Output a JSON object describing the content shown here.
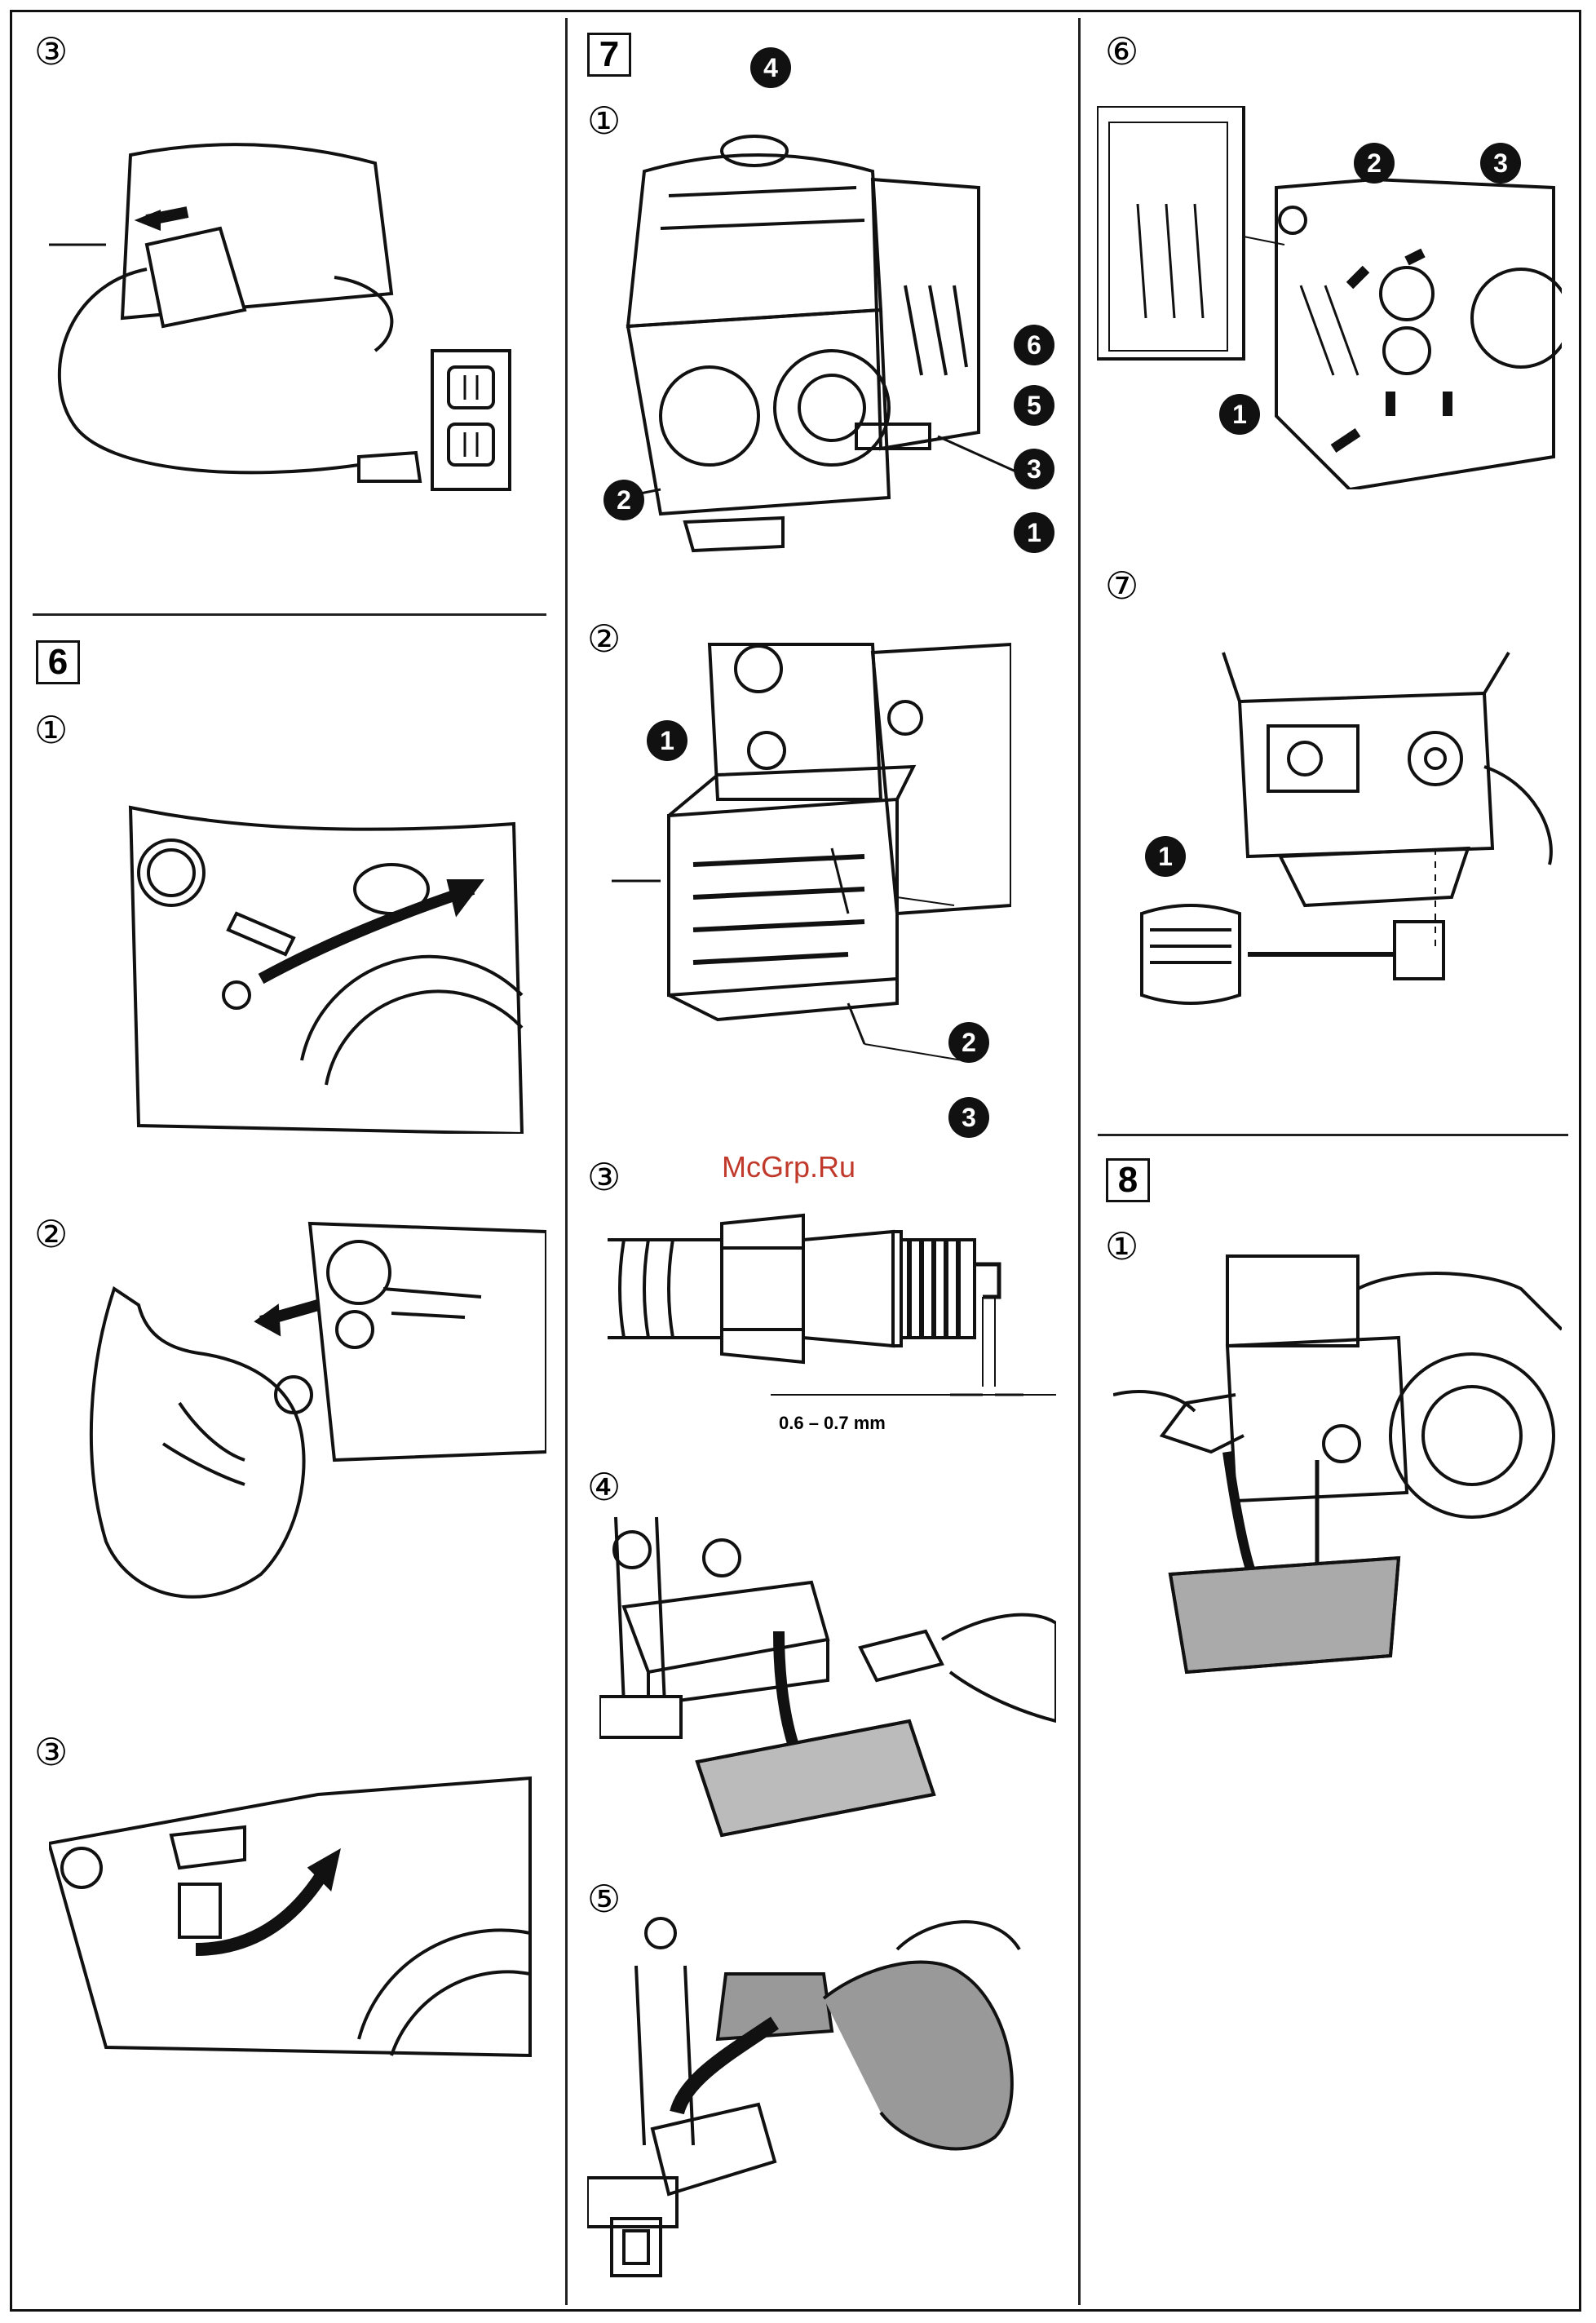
{
  "watermark": "McGrp.Ru",
  "left_column": {
    "top_step": "③",
    "section6": {
      "number": "6",
      "steps": [
        "①",
        "②",
        "③"
      ]
    }
  },
  "middle_column": {
    "section7": {
      "number": "7",
      "steps": [
        "①",
        "②",
        "③",
        "④",
        "⑤"
      ],
      "step1_callouts": [
        "4",
        "6",
        "5",
        "3",
        "2",
        "1"
      ],
      "step2_callouts": [
        "1",
        "2",
        "3"
      ],
      "gap_label": "0.6 – 0.7 mm"
    }
  },
  "right_column": {
    "step6": {
      "label": "⑥",
      "callouts": [
        "2",
        "3",
        "1"
      ]
    },
    "step7": {
      "label": "⑦",
      "callouts": [
        "1"
      ]
    },
    "section8": {
      "number": "8",
      "steps": [
        "①"
      ]
    }
  }
}
